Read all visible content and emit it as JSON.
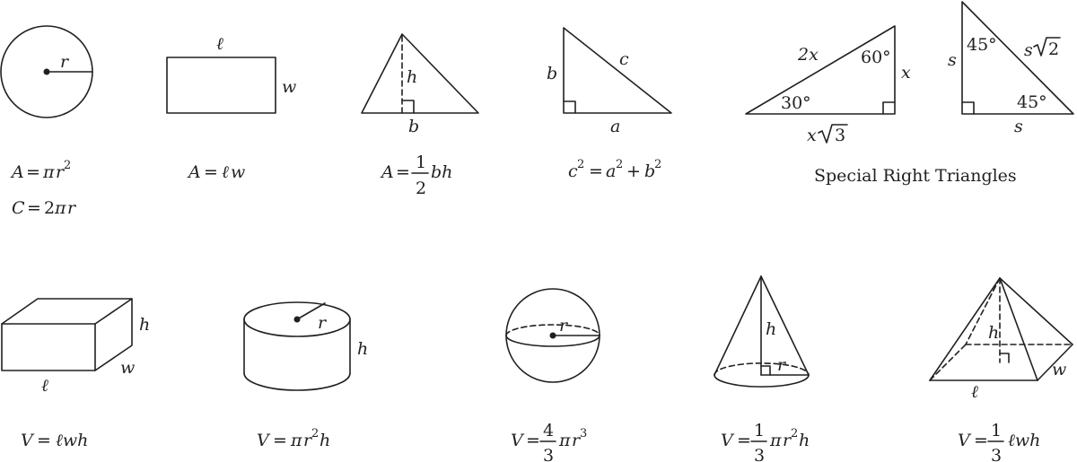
{
  "circle": {
    "radius": "r",
    "area": {
      "lhs": "A",
      "eq": "=",
      "pi": "π",
      "r": "r",
      "exp": "2"
    },
    "circumference": {
      "lhs": "C",
      "eq": "=",
      "two": "2",
      "pi": "π",
      "r": "r"
    }
  },
  "rectangle": {
    "length": "ℓ",
    "width": "w",
    "area": {
      "lhs": "A",
      "eq": "=",
      "l": "ℓ",
      "w": "w"
    }
  },
  "triangle": {
    "height": "h",
    "base": "b",
    "area": {
      "lhs": "A",
      "eq": "=",
      "num": "1",
      "den": "2",
      "bh": "bh"
    }
  },
  "right_triangle": {
    "leg_b": "b",
    "leg_a": "a",
    "hyp": "c",
    "pythag": {
      "c": "c",
      "a": "a",
      "b": "b",
      "exp": "2",
      "eq": "=",
      "plus": "+"
    }
  },
  "special_30_60": {
    "hyp": "2x",
    "angle_top": "60°",
    "angle_bottom": "30°",
    "short_leg": "x",
    "long_leg_x": "x",
    "root": "3"
  },
  "special_45": {
    "angle_top": "45°",
    "angle_bottom": "45°",
    "hyp_s": "s",
    "root": "2",
    "leg_left": "s",
    "leg_bottom": "s"
  },
  "special_caption": "Special Right Triangles",
  "box": {
    "length": "ℓ",
    "width": "w",
    "height": "h",
    "volume": {
      "lhs": "V",
      "eq": "=",
      "lwh": "ℓwh"
    }
  },
  "cylinder": {
    "radius": "r",
    "height": "h",
    "volume": {
      "lhs": "V",
      "eq": "=",
      "pi": "π",
      "r": "r",
      "exp": "2",
      "h": "h"
    }
  },
  "sphere": {
    "radius": "r",
    "volume": {
      "lhs": "V",
      "eq": "=",
      "num": "4",
      "den": "3",
      "pi": "π",
      "r": "r",
      "exp": "3"
    }
  },
  "cone": {
    "height": "h",
    "radius": "r",
    "volume": {
      "lhs": "V",
      "eq": "=",
      "num": "1",
      "den": "3",
      "pi": "π",
      "r": "r",
      "exp": "2",
      "h": "h"
    }
  },
  "pyramid": {
    "height": "h",
    "width": "w",
    "length": "ℓ",
    "volume": {
      "lhs": "V",
      "eq": "=",
      "num": "1",
      "den": "3",
      "lwh": "ℓwh"
    }
  }
}
